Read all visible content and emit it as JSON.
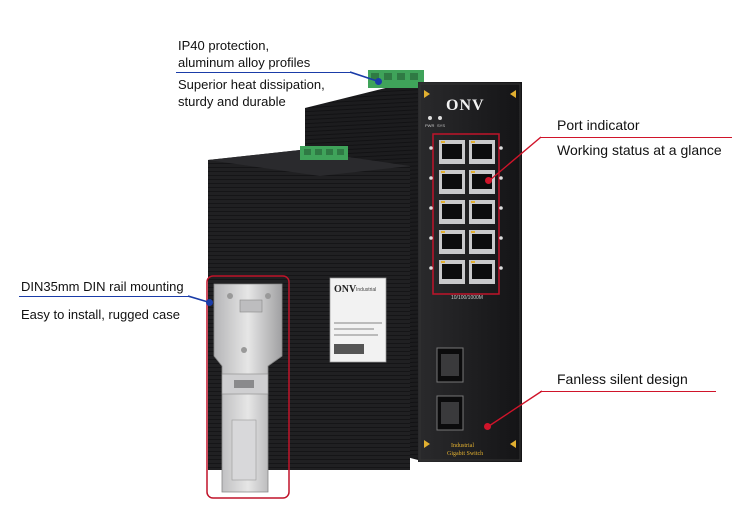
{
  "callouts": {
    "top": {
      "title": "IP40 protection,\naluminum alloy profiles",
      "body": "Superior heat dissipation, sturdy and durable",
      "title_line1": "IP40 protection,",
      "title_line2": "aluminum alloy profiles",
      "body_line1": "Superior heat dissipation,",
      "body_line2": "sturdy and durable"
    },
    "left": {
      "title": "DIN35mm DIN rail mounting",
      "body": "Easy to install, rugged case"
    },
    "right_top": {
      "title": "Port indicator",
      "body": "Working status at a glance"
    },
    "right_bottom": {
      "title": "Fanless silent design"
    }
  },
  "device": {
    "brand": "ONV",
    "leds": [
      "PWR",
      "SYS"
    ],
    "port_speed_label": "10/100/1000M",
    "front_label_line1": "Industrial",
    "front_label_line2": "Gigabit Switch",
    "side_label_brand": "ONV",
    "side_label_sub": "Industrial"
  },
  "colors": {
    "accent_blue": "#1a3ca8",
    "accent_red": "#d0142a",
    "housing": "#1b1b1d",
    "terminal_green": "#3fa35a"
  }
}
